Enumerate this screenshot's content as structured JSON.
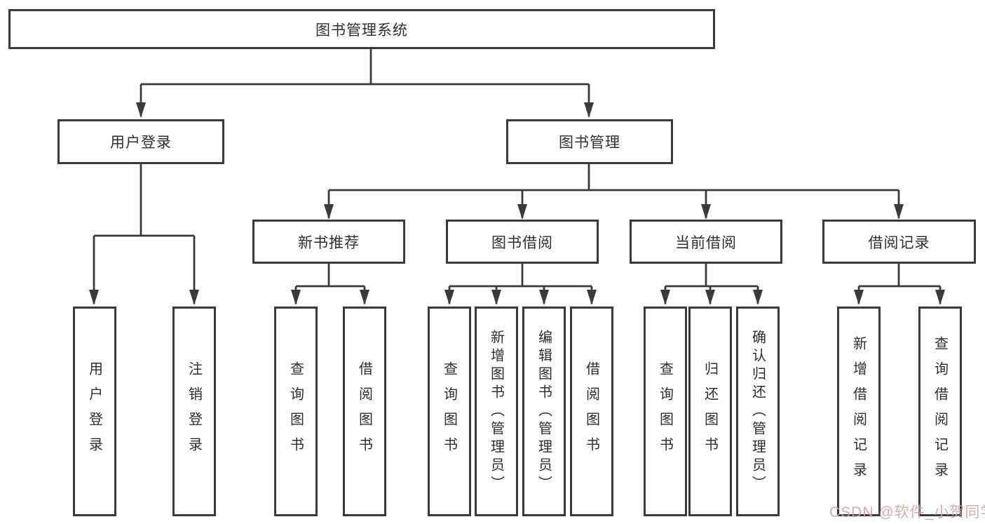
{
  "tree": {
    "root": "图书管理系统",
    "branches": [
      {
        "label": "用户登录",
        "children": [
          "用户登录",
          "注销登录"
        ]
      },
      {
        "label": "图书管理",
        "groups": [
          {
            "label": "新书推荐",
            "children": [
              "查询图书",
              "借阅图书"
            ]
          },
          {
            "label": "图书借阅",
            "children": [
              "查询图书",
              "新增图书（管理员）",
              "编辑图书（管理员）",
              "借阅图书"
            ]
          },
          {
            "label": "当前借阅",
            "children": [
              "查询图书",
              "归还图书",
              "确认归还（管理员）"
            ]
          },
          {
            "label": "借阅记录",
            "children": [
              "新增借阅记录",
              "查询借阅记录"
            ]
          }
        ]
      }
    ]
  },
  "watermark": {
    "text": "CSDN @软件_小贺同学",
    "color": "#cfa2a9"
  },
  "colors": {
    "line": "#3a3a3a",
    "box_border": "#3a3a3a",
    "box_fill": "#ffffff",
    "text": "#2e2e2e"
  }
}
